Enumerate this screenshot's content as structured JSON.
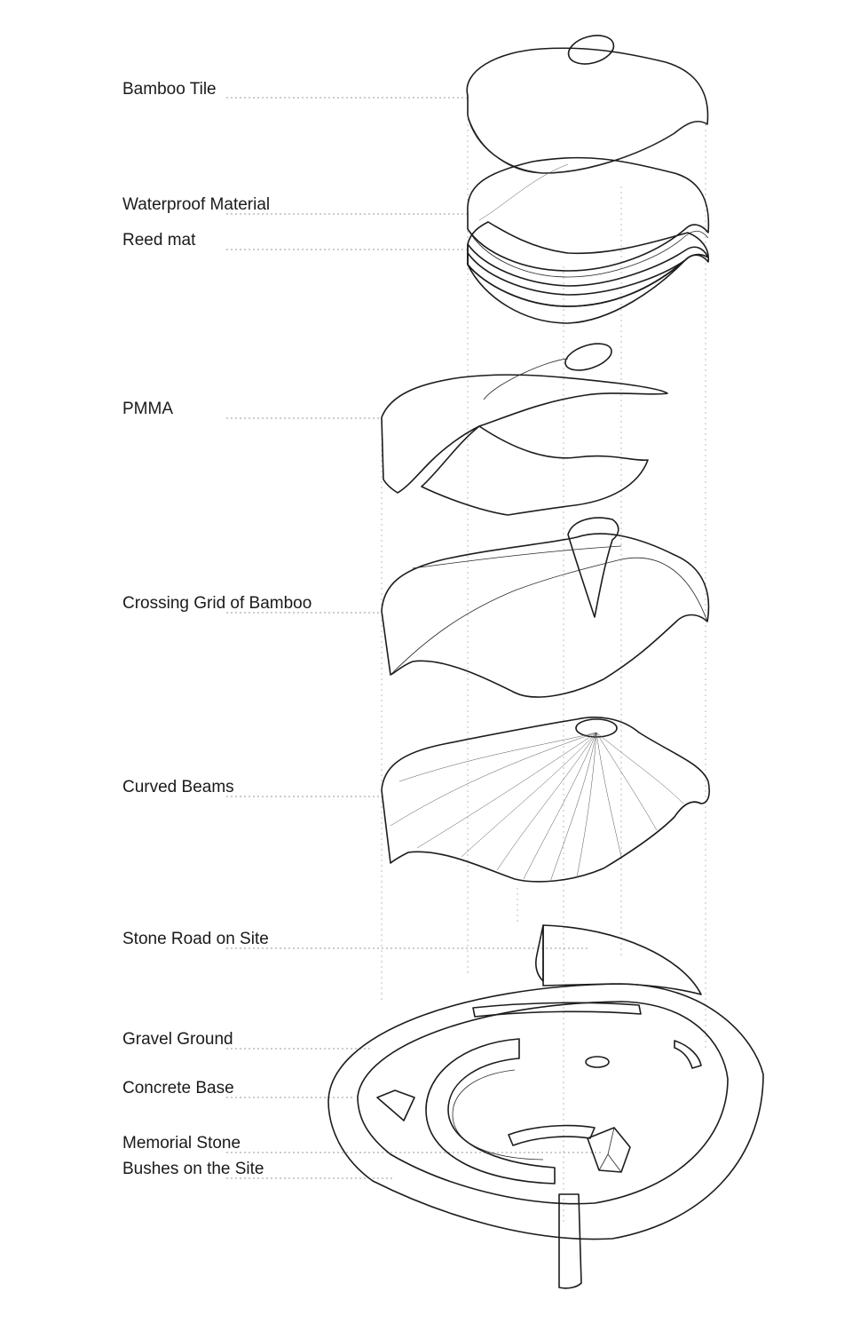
{
  "layers": [
    {
      "id": "bamboo-tile",
      "label": "Bamboo Tile"
    },
    {
      "id": "waterproof-material",
      "label": "Waterproof Material"
    },
    {
      "id": "reed-mat",
      "label": "Reed mat"
    },
    {
      "id": "pmma",
      "label": "PMMA"
    },
    {
      "id": "crossing-grid",
      "label": "Crossing Grid of Bamboo"
    },
    {
      "id": "curved-beams",
      "label": "Curved Beams"
    },
    {
      "id": "stone-road",
      "label": "Stone Road on Site"
    },
    {
      "id": "gravel-ground",
      "label": "Gravel Ground"
    },
    {
      "id": "concrete-base",
      "label": "Concrete Base"
    },
    {
      "id": "memorial-stone",
      "label": "Memorial Stone"
    },
    {
      "id": "bushes",
      "label": "Bushes on the Site"
    }
  ],
  "colors": {
    "ink": "#1c1c1c",
    "leader": "#9a9a9a",
    "fill_light": "#e2e2e2",
    "fill_dark": "#6a6a6a"
  }
}
